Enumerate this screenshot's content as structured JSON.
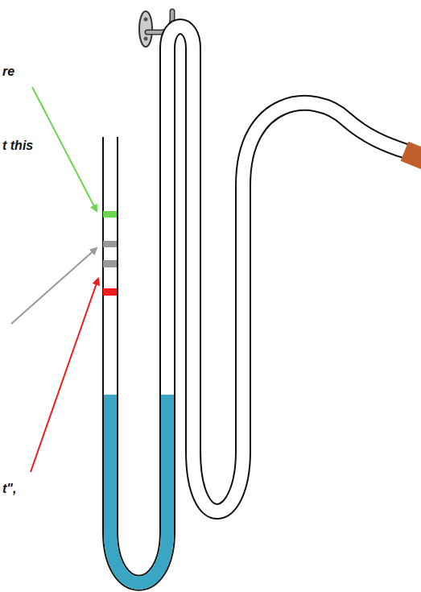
{
  "diagram": {
    "labels": [
      "re",
      "t this",
      "t\","
    ]
  }
}
